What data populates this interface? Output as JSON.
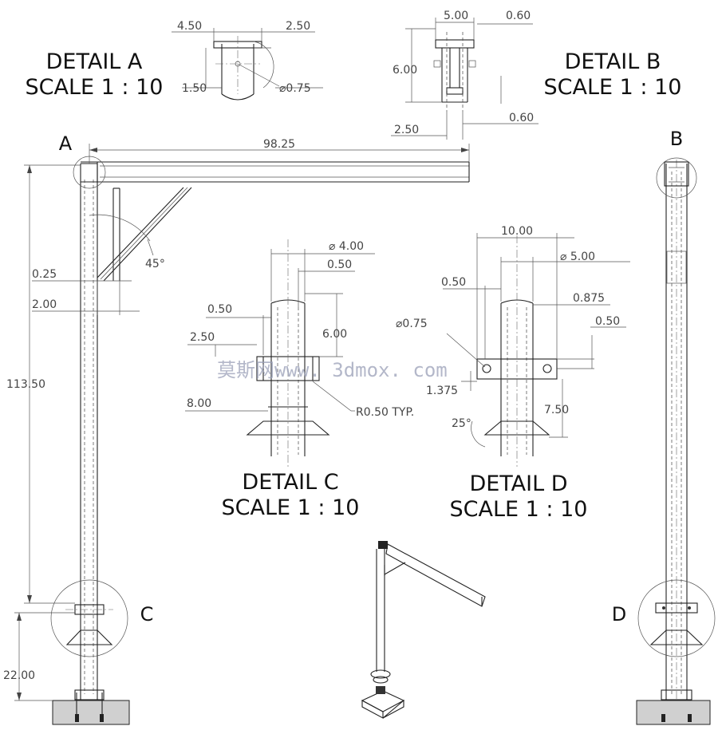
{
  "details": {
    "a": {
      "title": "DETAIL A",
      "scale": "SCALE 1 : 10",
      "letter": "A"
    },
    "b": {
      "title": "DETAIL B",
      "scale": "SCALE 1 : 10",
      "letter": "B"
    },
    "c": {
      "title": "DETAIL C",
      "scale": "SCALE 1 : 10",
      "letter": "C"
    },
    "d": {
      "title": "DETAIL D",
      "scale": "SCALE 1 : 10",
      "letter": "D"
    }
  },
  "dims": {
    "a_450": "4.50",
    "a_250": "2.50",
    "a_150": "1.50",
    "a_dia075": "⌀0.75",
    "b_500": "5.00",
    "b_060_top": "0.60",
    "b_600": "6.00",
    "b_250": "2.50",
    "b_060_bot": "0.60",
    "beam_9825": "98.25",
    "angle_45": "45°",
    "d_025": "0.25",
    "d_200": "2.00",
    "h_11350": "113.50",
    "h_2200": "22.00",
    "c_dia400": "⌀ 4.00",
    "c_050_top": "0.50",
    "c_050_left": "0.50",
    "c_600": "6.00",
    "c_250": "2.50",
    "c_800": "8.00",
    "c_r050": "R0.50 TYP.",
    "d_1000": "10.00",
    "d_dia500": "⌀ 5.00",
    "d_050": "0.50",
    "d_0875": "0.875",
    "d_dia075": "⌀0.75",
    "d_050_right": "0.50",
    "d_1375": "1.375",
    "d_750": "7.50",
    "d_25deg": "25°"
  },
  "watermark": "莫斯网www. 3dmox. com"
}
